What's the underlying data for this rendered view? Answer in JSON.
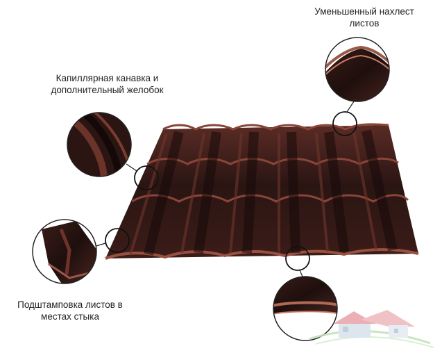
{
  "callouts": {
    "overlap": "Уменьшенный нахлест\nлистов",
    "capillary": "Капиллярная канавка и\nдополнительный желобок",
    "stamping": "Подштамповка листов в\nместах стыка"
  },
  "colors": {
    "tile_dark": "#2a1614",
    "tile_mid": "#4a2420",
    "tile_highlight": "#7a3a30",
    "circle_stroke": "#222222",
    "logo_roof": "#e7a3a9",
    "logo_house": "#d8e2ec",
    "logo_swoosh": "#bfe0b8"
  },
  "icons": {
    "detail_overlap": "tile-overlap-detail-icon",
    "detail_capillary": "capillary-groove-detail-icon",
    "detail_stamping": "stamped-joint-detail-icon",
    "detail_edge": "tile-edge-detail-icon",
    "logo": "house-logo-icon"
  }
}
